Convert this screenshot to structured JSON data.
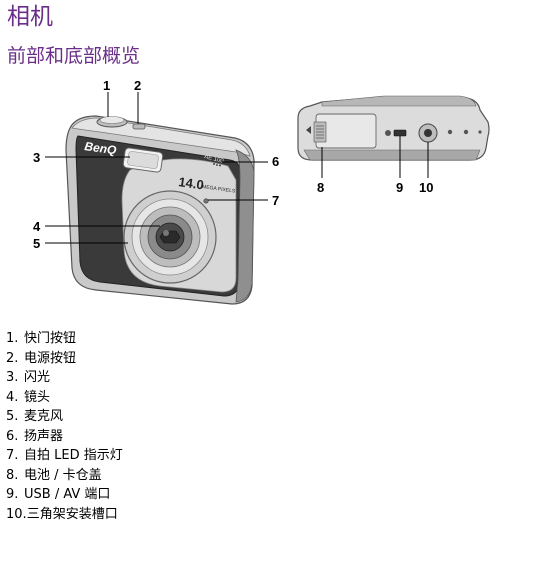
{
  "heading": "相机",
  "section": "前部和底部概览",
  "camera": {
    "brand": "BenQ",
    "megapixel_badge": "14.0",
    "megapixel_text": "MEGA PIXELS",
    "model_text": "AE 100"
  },
  "callouts": [
    "1",
    "2",
    "3",
    "4",
    "5",
    "6",
    "7",
    "8",
    "9",
    "10"
  ],
  "legend": [
    {
      "num": "1.",
      "text": "快门按钮"
    },
    {
      "num": "2.",
      "text": "电源按钮"
    },
    {
      "num": "3.",
      "text": "闪光"
    },
    {
      "num": "4.",
      "text": "镜头"
    },
    {
      "num": "5.",
      "text": "麦克风"
    },
    {
      "num": "6.",
      "text": "扬声器"
    },
    {
      "num": "7.",
      "text": "自拍 LED 指示灯"
    },
    {
      "num": "8.",
      "text": "电池 / 卡仓盖"
    },
    {
      "num": "9.",
      "text": "USB / AV 端口"
    },
    {
      "num": "10.",
      "text": "三角架安装槽口"
    }
  ]
}
